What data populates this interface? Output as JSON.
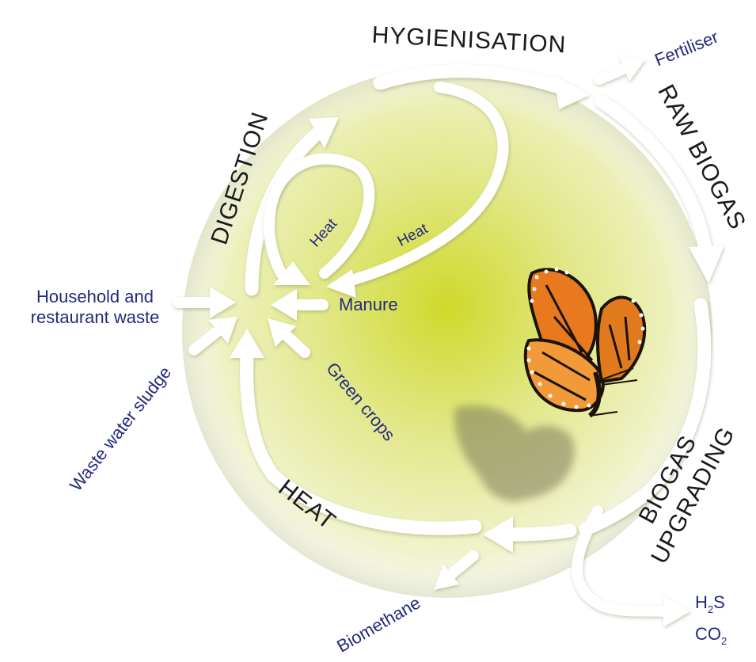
{
  "stages": {
    "hygienisation": "HYGIENISATION",
    "raw_biogas": "RAW BIOGAS",
    "digestion": "DIGESTION",
    "heat": "HEAT",
    "upgrading_line1": "BIOGAS",
    "upgrading_line2": "UPGRADING"
  },
  "inputs": {
    "household_line1": "Household and",
    "household_line2": "restaurant waste",
    "manure": "Manure",
    "waste_water": "Waste water sludge",
    "green_crops": "Green crops"
  },
  "heat_loops": {
    "inner": "Heat",
    "outer": "Heat"
  },
  "outputs": {
    "fertiliser": "Fertiliser",
    "biomethane": "Biomethane",
    "h2s_main": "H",
    "h2s_sub": "2",
    "h2s_tail": "S",
    "co2_main": "CO",
    "co2_sub": "2"
  },
  "colors": {
    "circle_center": "#cfd92a",
    "circle_edge": "#f4f6dc",
    "stage_text": "#1a1a1a",
    "label_text": "#232a7c",
    "arrow": "#ffffff",
    "butterfly_orange": "#e8791e"
  },
  "icons": {
    "butterfly": "monarch-butterfly-icon",
    "shadow": "butterfly-shadow-icon"
  }
}
